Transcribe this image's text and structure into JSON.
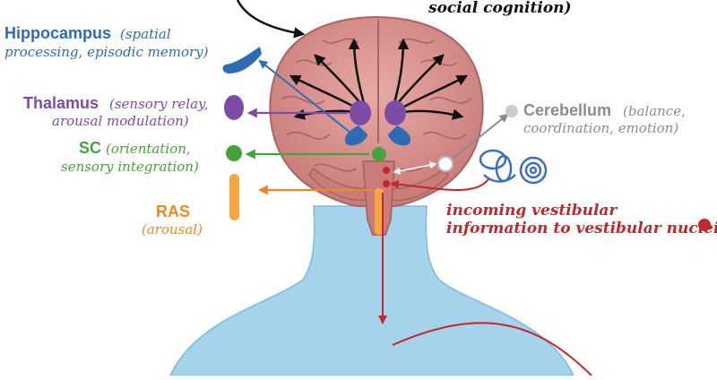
{
  "top_caption": "social cognition)",
  "labels": {
    "hippocampus": {
      "name": "Hippocampus",
      "desc1": "(spatial",
      "desc2": "processing, episodic memory)"
    },
    "thalamus": {
      "name": "Thalamus",
      "desc1": "(sensory relay,",
      "desc2": "arousal modulation)"
    },
    "sc": {
      "name": "SC",
      "desc1": "(orientation,",
      "desc2": "sensory integration)"
    },
    "ras": {
      "name": "RAS",
      "desc1": "(arousal)"
    },
    "cerebellum": {
      "name": "Cerebellum",
      "desc1": "(balance,",
      "desc2": "coordination, emotion)"
    },
    "vestibular": {
      "line1": "incoming vestibular",
      "line2": "information to vestibular nuclei"
    }
  },
  "colors": {
    "hippocampus": "#2f6bb5",
    "thalamus": "#7d4ca6",
    "sc": "#46a33c",
    "ras": "#e8892b",
    "cerebellum": "#a5a5a5",
    "vestibular": "#c0282d",
    "brain": "#d9928f",
    "body": "#a6d3ec",
    "arrow": "#111111"
  }
}
